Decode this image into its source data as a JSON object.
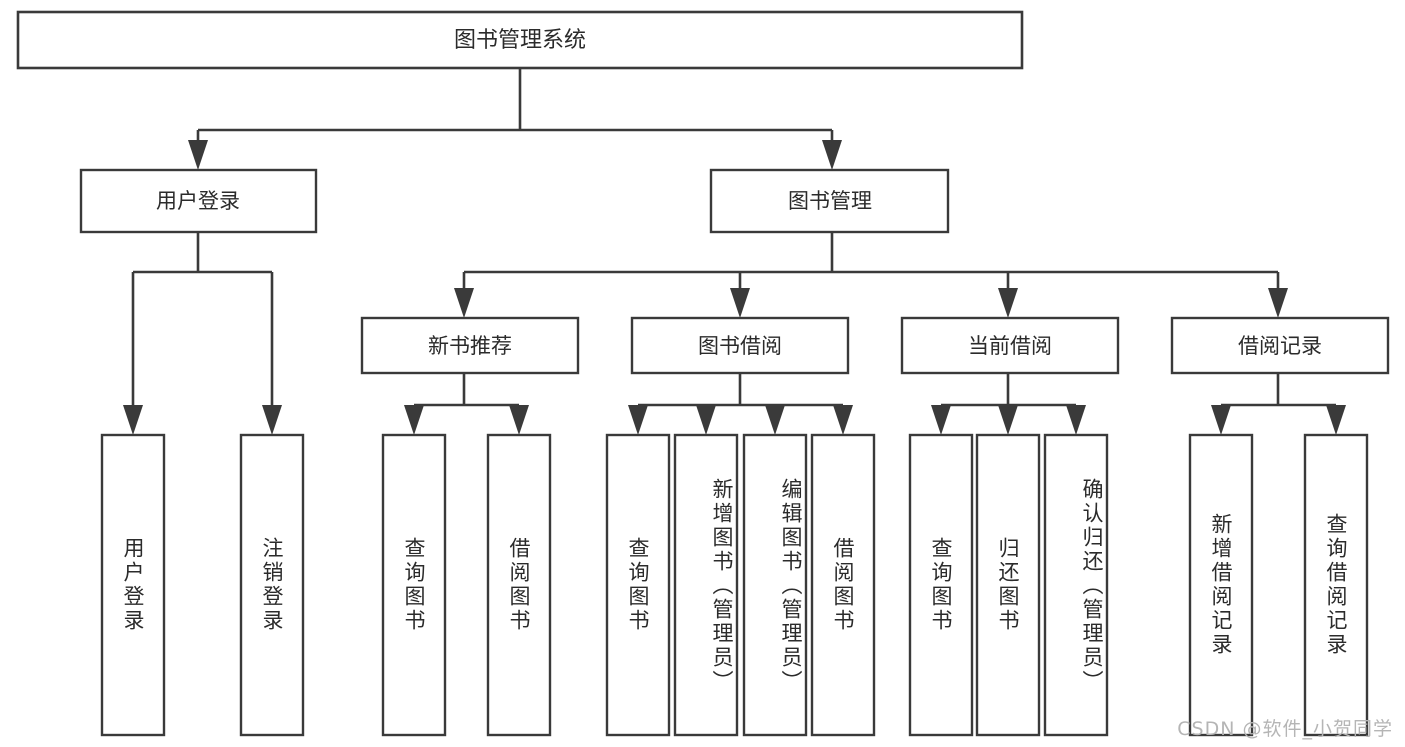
{
  "diagram": {
    "title": "图书管理系统",
    "watermark": "CSDN @软件_小贺同学",
    "colors": {
      "stroke": "#3a3a3a",
      "box_fill": "#ffffff",
      "text": "#2b2b2b",
      "watermark": "#b5b5b5",
      "background": "#ffffff"
    },
    "root": {
      "label": "图书管理系统"
    },
    "level2": [
      {
        "label": "用户登录"
      },
      {
        "label": "图书管理"
      }
    ],
    "level3": [
      {
        "label": "新书推荐"
      },
      {
        "label": "图书借阅"
      },
      {
        "label": "当前借阅"
      },
      {
        "label": "借阅记录"
      }
    ],
    "leaves": {
      "user_login": [
        {
          "label": "用户登录"
        },
        {
          "label": "注销登录"
        }
      ],
      "new_book_recommend": [
        {
          "label": "查询图书"
        },
        {
          "label": "借阅图书"
        }
      ],
      "book_borrow": [
        {
          "label": "查询图书"
        },
        {
          "label": "新增图书（管理员）"
        },
        {
          "label": "编辑图书（管理员）"
        },
        {
          "label": "借阅图书"
        }
      ],
      "current_borrow": [
        {
          "label": "查询图书"
        },
        {
          "label": "归还图书"
        },
        {
          "label": "确认归还（管理员）"
        }
      ],
      "borrow_record": [
        {
          "label": "新增借阅记录"
        },
        {
          "label": "查询借阅记录"
        }
      ]
    }
  }
}
